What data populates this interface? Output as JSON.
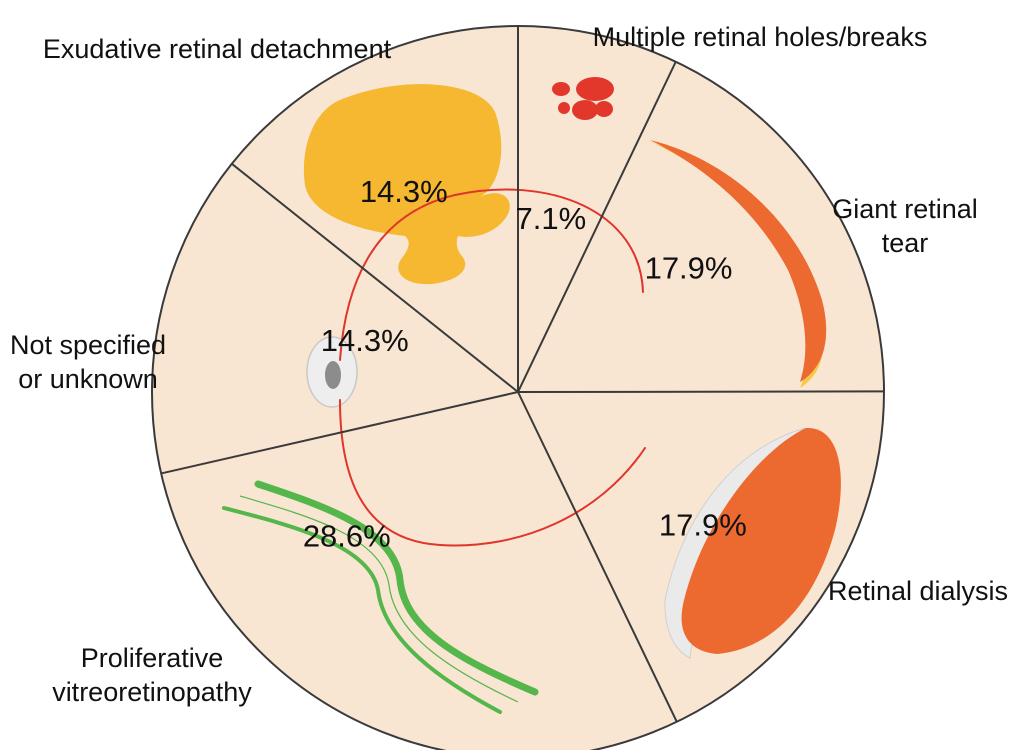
{
  "chart_data": {
    "type": "pie",
    "categories": [
      "Multiple retinal holes/breaks",
      "Giant retinal tear",
      "Retinal dialysis",
      "Proliferative vitreoretinopathy",
      "Not specified or unknown",
      "Exudative retinal detachment"
    ],
    "values": [
      7.1,
      17.9,
      17.9,
      28.6,
      14.3,
      14.3
    ],
    "value_labels": [
      "7.1%",
      "17.9%",
      "17.9%",
      "28.6%",
      "14.3%",
      "14.3%"
    ],
    "label_lines": [
      [
        "Multiple retinal holes/breaks"
      ],
      [
        "Giant retinal",
        "tear"
      ],
      [
        "Retinal dialysis"
      ],
      [
        "Proliferative",
        "vitreoretinopathy"
      ],
      [
        "Not specified",
        "or unknown"
      ],
      [
        "Exudative retinal detachment"
      ]
    ],
    "start_angle_deg": -90,
    "direction": "clockwise",
    "colors": {
      "slice_fill": "#f8e6d3",
      "slice_border": "#3a3a3a",
      "yellow_shape": "#f6b731",
      "orange_shape": "#ec6a30",
      "red_spots": "#e2382c",
      "green_stripe": "#55b64b",
      "red_vessel": "#e0352b",
      "optic_disc": "#eeeeee"
    }
  }
}
